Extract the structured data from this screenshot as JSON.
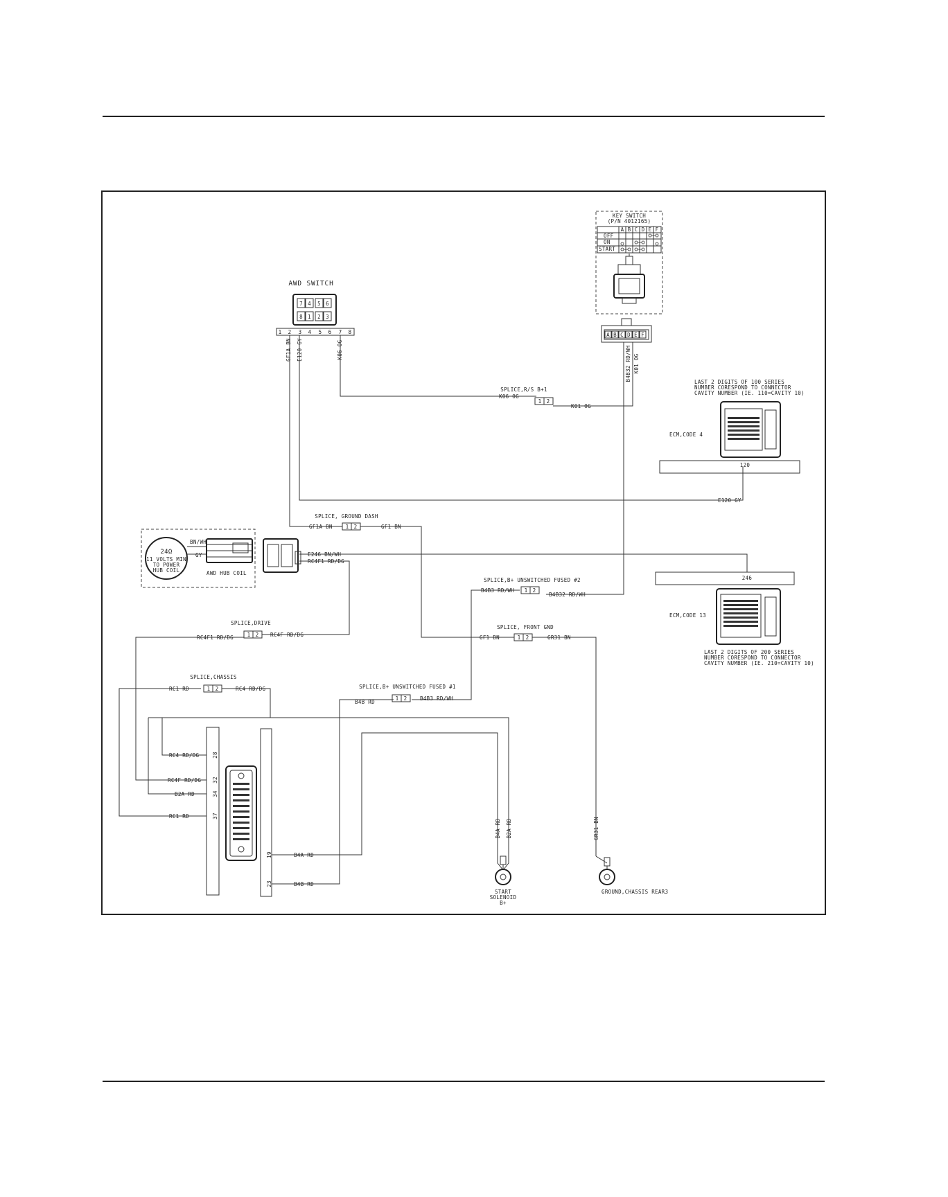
{
  "labels": {
    "key_switch_title": "KEY SWITCH",
    "key_switch_pn": "(P/N 4012165)",
    "ks_col_a": "A",
    "ks_col_b": "B",
    "ks_col_c": "C",
    "ks_col_d": "D",
    "ks_col_e": "E",
    "ks_col_f": "F",
    "ks_row_off": "OFF",
    "ks_row_on": "ON",
    "ks_row_start": "START",
    "ks_pin_a": "A",
    "ks_pin_b": "B",
    "ks_pin_c": "C",
    "ks_pin_d": "D",
    "ks_pin_e": "E",
    "ks_pin_f": "F",
    "awd_switch_title": "AWD SWITCH",
    "awd_face_1": "7",
    "awd_face_2": "4",
    "awd_face_3": "5",
    "awd_face_4": "6",
    "awd_face_5": "8",
    "awd_face_6": "1",
    "awd_face_7": "2",
    "awd_face_8": "3",
    "awd_pin_1": "1",
    "awd_pin_2": "2",
    "awd_pin_3": "3",
    "awd_pin_4": "4",
    "awd_pin_5": "5",
    "awd_pin_6": "6",
    "awd_pin_7": "7",
    "awd_pin_8": "8",
    "w_gf1a_bn_v": "GF1A BN",
    "w_e120_gy_v": "E120 GY",
    "w_k06_og_v": "K06 OG",
    "w_b4b32_v": "B4B32 RD/WH",
    "w_k01_og_v": "K01 OG",
    "splice_rs": "SPLICE,R/S B+1",
    "w_k06_og": "K06 OG",
    "w_k01_og": "K01 OG",
    "ecm4_note_1": "LAST 2 DIGITS OF 100 SERIES",
    "ecm4_note_2": "NUMBER CORESPOND TO CONNECTOR",
    "ecm4_note_3": "CAVITY NUMBER (IE. 110=CAVITY 10)",
    "ecm4_name": "ECM,CODE 4",
    "ecm4_pin": "120",
    "w_e120_gy": "E120 GY",
    "splice_gnd_dash": "SPLICE, GROUND DASH",
    "w_gf1a_bn": "GF1A BN",
    "w_gf1_bn_a": "GF1 BN",
    "hub_ohm": "24Ω",
    "hub_n1": "11 VOLTS MIN",
    "hub_n2": "TO POWER",
    "hub_n3": "HUB COIL",
    "hub_bnwh": "BN/WH",
    "hub_gy": "GY",
    "hub_name": "AWD HUB COIL",
    "w_e246": "E246 BN/WH",
    "w_rc4f1_a": "RC4F1 RD/DG",
    "ecm13_pin": "246",
    "splice_b_fused2": "SPLICE,B+ UNSWITCHED FUSED #2",
    "w_b4b3_a": "B4B3 RD/WH",
    "w_b4b32": "B4B32 RD/WH",
    "ecm13_name": "ECM,CODE 13",
    "ecm13_note_1": "LAST 2 DIGITS OF 200 SERIES",
    "ecm13_note_2": "NUMBER CORESPOND TO CONNECTOR",
    "ecm13_note_3": "CAVITY NUMBER (IE. 210=CAVITY 10)",
    "splice_drive": "SPLICE,DRIVE",
    "w_rc4f1_b": "RC4F1 RD/DG",
    "w_rc4f_a": "RC4F RD/DG",
    "splice_front_gnd": "SPLICE, FRONT GND",
    "w_gf1_bn_b": "GF1 BN",
    "w_gr31_bn": "GR31 BN",
    "splice_chassis": "SPLICE,CHASSIS",
    "w_rc1_a": "RC1 RD",
    "w_rc4_a": "RC4 RD/DG",
    "splice_b_fused1": "SPLICE,B+ UNSWITCHED FUSED #1",
    "w_b4b_a": "B4B RD",
    "w_b4b3_b": "B4B3 RD/WH",
    "w_rc4_b": "RC4 RD/DG",
    "w_rc4f_b": "RC4F RD/DG",
    "w_b2a": "B2A RD",
    "w_rc1_b": "RC1 RD",
    "pin_28": "28",
    "pin_32": "32",
    "pin_34": "34",
    "pin_37": "37",
    "pin_19": "19",
    "pin_23": "23",
    "w_b4a": "B4A RD",
    "w_b4b_b": "B4B RD",
    "w_b4a_v": "B4A RD",
    "w_b2a_v": "B2A RD",
    "w_gr31_v": "GR31 BN",
    "start_sol_1": "START",
    "start_sol_2": "SOLENOID",
    "start_sol_3": "B+",
    "ground_rear": "GROUND,CHASSIS REAR3",
    "splice_pin_1": "1",
    "splice_pin_2": "2"
  }
}
